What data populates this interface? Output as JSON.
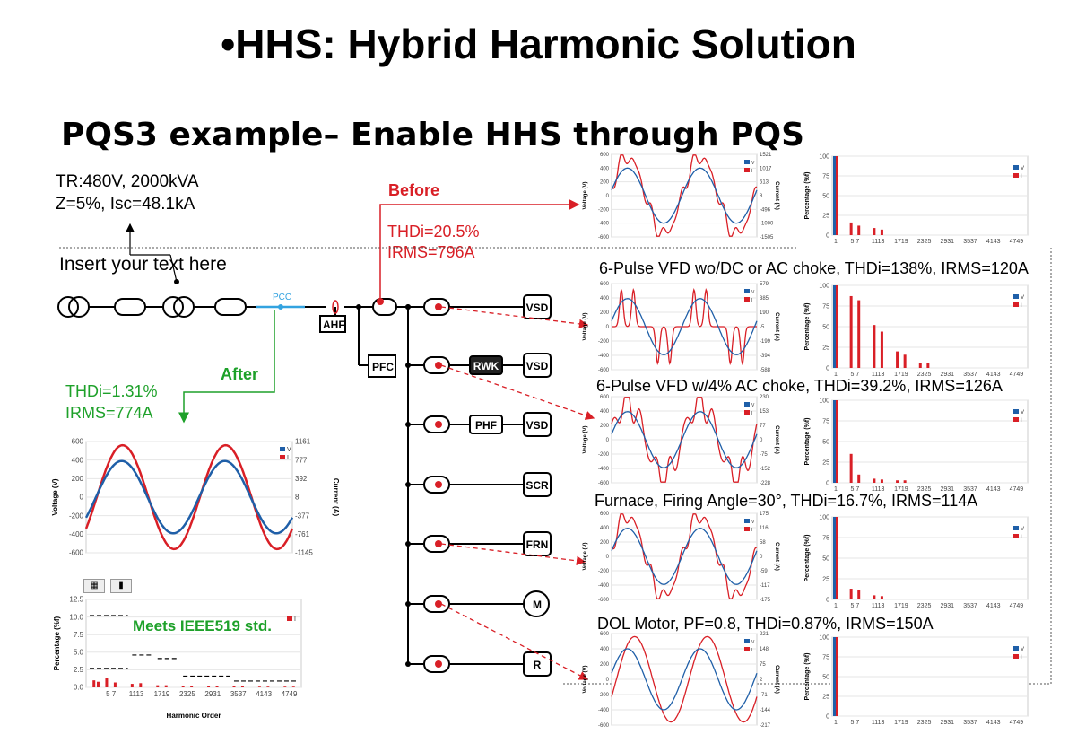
{
  "slide": {
    "title": "•HHS: Hybrid Harmonic Solution",
    "subtitle": "PQS3 example– Enable HHS through PQS",
    "transformer": {
      "line1": "TR:480V, 2000kVA",
      "line2": "Z=5%, Isc=48.1kA"
    },
    "insert_text": "Insert your text here",
    "before": {
      "label": "Before",
      "thd": "THDi=20.5%",
      "irms": "IRMS=796A"
    },
    "after": {
      "label": "After",
      "thd": "THDi=1.31%",
      "irms": "IRMS=774A"
    },
    "meets": "Meets IEEE519 std.",
    "captions": [
      "6-Pulse VFD wo/DC or AC choke, THDi=138%, IRMS=120A",
      "6-Pulse VFD w/4% AC choke, THDi=39.2%, IRMS=126A",
      "Furnace, Firing Angle=30°, THDi=16.7%, IRMS=114A",
      "DOL Motor, PF=0.8, THDi=0.87%, IRMS=150A"
    ]
  },
  "diagram": {
    "pcc_label": "PCC",
    "ahf_label": "AHF",
    "pfc_label": "PFC",
    "branches": [
      {
        "filter": "",
        "load": "VSD"
      },
      {
        "filter": "RWK",
        "load": "VSD"
      },
      {
        "filter": "PHF",
        "load": "VSD"
      },
      {
        "filter": "",
        "load": "SCR"
      },
      {
        "filter": "",
        "load": "FRN"
      },
      {
        "filter": "",
        "load": "M"
      },
      {
        "filter": "",
        "load": "R"
      }
    ]
  },
  "colors": {
    "voltage": "#1f5fa8",
    "current": "#d91f26",
    "after": "#1ea12a",
    "before": "#d91f26"
  },
  "chart_labels": {
    "voltage_axis": "Voltage (V)",
    "current_axis": "Current (A)",
    "percentage_axis": "Percentage (%f)",
    "harmonic_axis": "Harmonic Order",
    "legend_v": "V",
    "legend_i": "I",
    "harmonic_ticks": [
      "1",
      "5 7",
      "1113",
      "1719",
      "2325",
      "2931",
      "3537",
      "4143",
      "4749"
    ],
    "after_harmonic_ticks": [
      "5 7",
      "1113",
      "1719",
      "2325",
      "2931",
      "3537",
      "4143",
      "4749"
    ]
  },
  "chart_data": [
    {
      "id": "before-wave",
      "type": "line",
      "ylabel": "Voltage (V)",
      "ylabel2": "Current (A)",
      "yticks": [
        "600",
        "400",
        "200",
        "0",
        "-200",
        "-400",
        "-600"
      ],
      "y2ticks": [
        "1521",
        "1017",
        "513",
        "8",
        "-496",
        "-1000",
        "-1505"
      ],
      "series": [
        {
          "name": "V",
          "amplitude": 400
        },
        {
          "name": "I",
          "amplitude": 560,
          "thd": 20.5
        }
      ]
    },
    {
      "id": "before-spectrum",
      "type": "bar",
      "ylabel": "Percentage (%f)",
      "yticks": [
        "100",
        "75",
        "50",
        "25",
        "0"
      ],
      "values": [
        [
          1,
          100
        ],
        [
          5,
          16
        ],
        [
          7,
          12
        ],
        [
          11,
          9
        ],
        [
          13,
          7
        ]
      ]
    },
    {
      "id": "vfd-wave",
      "type": "line",
      "yticks": [
        "600",
        "400",
        "200",
        "0",
        "-200",
        "-400",
        "-600"
      ],
      "y2ticks": [
        "579",
        "385",
        "190",
        "-5",
        "-199",
        "-394",
        "-588"
      ],
      "series": [
        {
          "name": "V",
          "amplitude": 390
        },
        {
          "name": "I",
          "amplitude": 540,
          "thd": 138
        }
      ]
    },
    {
      "id": "vfd-spectrum",
      "type": "bar",
      "yticks": [
        "100",
        "75",
        "50",
        "25",
        "0"
      ],
      "values": [
        [
          1,
          100
        ],
        [
          5,
          87
        ],
        [
          7,
          82
        ],
        [
          11,
          52
        ],
        [
          13,
          44
        ],
        [
          17,
          20
        ],
        [
          19,
          16
        ],
        [
          23,
          6
        ],
        [
          25,
          6
        ]
      ]
    },
    {
      "id": "vfdac-wave",
      "type": "line",
      "yticks": [
        "600",
        "400",
        "200",
        "0",
        "-200",
        "-400",
        "-600"
      ],
      "y2ticks": [
        "230",
        "153",
        "77",
        "0",
        "-75",
        "-152",
        "-228"
      ],
      "series": [
        {
          "name": "V",
          "amplitude": 390
        },
        {
          "name": "I",
          "amplitude": 520,
          "thd": 39.2
        }
      ]
    },
    {
      "id": "vfdac-spectrum",
      "type": "bar",
      "yticks": [
        "100",
        "75",
        "50",
        "25",
        "0"
      ],
      "values": [
        [
          1,
          100
        ],
        [
          5,
          35
        ],
        [
          7,
          10
        ],
        [
          11,
          5
        ],
        [
          13,
          4
        ],
        [
          17,
          3
        ],
        [
          19,
          3
        ]
      ]
    },
    {
      "id": "furnace-wave",
      "type": "line",
      "yticks": [
        "600",
        "400",
        "200",
        "0",
        "-200",
        "-400",
        "-600"
      ],
      "y2ticks": [
        "175",
        "116",
        "58",
        "0",
        "-59",
        "-117",
        "-175"
      ],
      "series": [
        {
          "name": "V",
          "amplitude": 390
        },
        {
          "name": "I",
          "amplitude": 560,
          "thd": 16.7
        }
      ]
    },
    {
      "id": "furnace-spectrum",
      "type": "bar",
      "yticks": [
        "100",
        "75",
        "50",
        "25",
        "0"
      ],
      "values": [
        [
          1,
          100
        ],
        [
          5,
          13
        ],
        [
          7,
          11
        ],
        [
          11,
          5
        ],
        [
          13,
          4
        ]
      ]
    },
    {
      "id": "motor-wave",
      "type": "line",
      "yticks": [
        "600",
        "400",
        "200",
        "0",
        "-200",
        "-400",
        "-600"
      ],
      "y2ticks": [
        "221",
        "148",
        "75",
        "2",
        "-71",
        "-144",
        "-217"
      ],
      "series": [
        {
          "name": "V",
          "amplitude": 400
        },
        {
          "name": "I",
          "amplitude": 560,
          "thd": 0.87
        }
      ]
    },
    {
      "id": "motor-spectrum",
      "type": "bar",
      "yticks": [
        "100",
        "75",
        "50",
        "25",
        "0"
      ],
      "values": [
        [
          1,
          100
        ]
      ]
    },
    {
      "id": "after-wave",
      "type": "line",
      "ylabel": "Voltage (V)",
      "ylabel2": "Current (A)",
      "yticks": [
        "600",
        "400",
        "200",
        "0",
        "-200",
        "-400",
        "-600"
      ],
      "y2ticks": [
        "1161",
        "777",
        "392",
        "8",
        "-377",
        "-761",
        "-1145"
      ],
      "series": [
        {
          "name": "V",
          "amplitude": 390
        },
        {
          "name": "I",
          "amplitude": 560,
          "thd": 1.31
        }
      ]
    },
    {
      "id": "after-spectrum",
      "type": "bar",
      "ylabel": "Percentage (%f)",
      "xlabel": "Harmonic Order",
      "yticks": [
        "12.5",
        "10.0",
        "7.5",
        "5.0",
        "2.5",
        "0.0"
      ],
      "values": [
        [
          2,
          1.0
        ],
        [
          3,
          0.8
        ],
        [
          5,
          1.3
        ],
        [
          7,
          0.7
        ],
        [
          11,
          0.5
        ],
        [
          13,
          0.6
        ],
        [
          17,
          0.3
        ],
        [
          19,
          0.3
        ],
        [
          23,
          0.2
        ],
        [
          25,
          0.2
        ],
        [
          29,
          0.2
        ],
        [
          31,
          0.2
        ],
        [
          35,
          0.15
        ],
        [
          37,
          0.15
        ],
        [
          41,
          0.1
        ],
        [
          43,
          0.1
        ],
        [
          47,
          0.1
        ],
        [
          49,
          0.1
        ]
      ],
      "limits": [
        [
          1,
          10,
          10.2
        ],
        [
          11,
          16,
          4.6
        ],
        [
          17,
          22,
          4.1
        ],
        [
          23,
          34,
          1.6
        ],
        [
          35,
          50,
          0.9
        ],
        [
          1,
          10,
          2.7
        ]
      ]
    }
  ]
}
